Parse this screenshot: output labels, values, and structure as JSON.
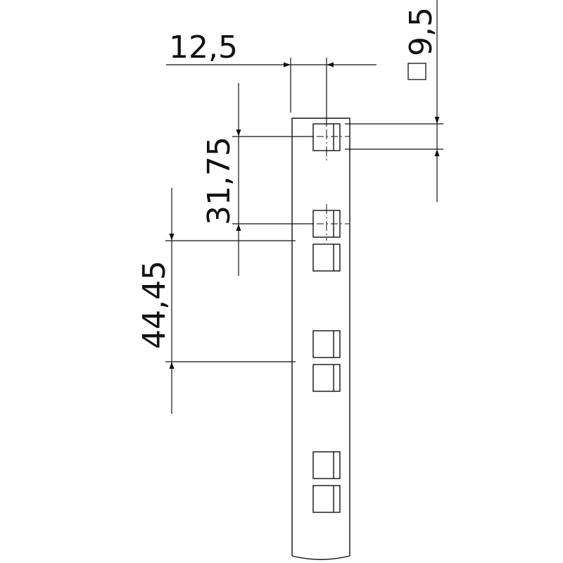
{
  "dimensions": {
    "hole_pitch_offset": "12,5",
    "square_hole_size_value": "9,5",
    "square_hole_symbol": "□",
    "hole_spacing_within_unit": "31,75",
    "rack_unit_spacing": "44,45"
  },
  "colors": {
    "line": "#111111",
    "background": "#ffffff"
  }
}
